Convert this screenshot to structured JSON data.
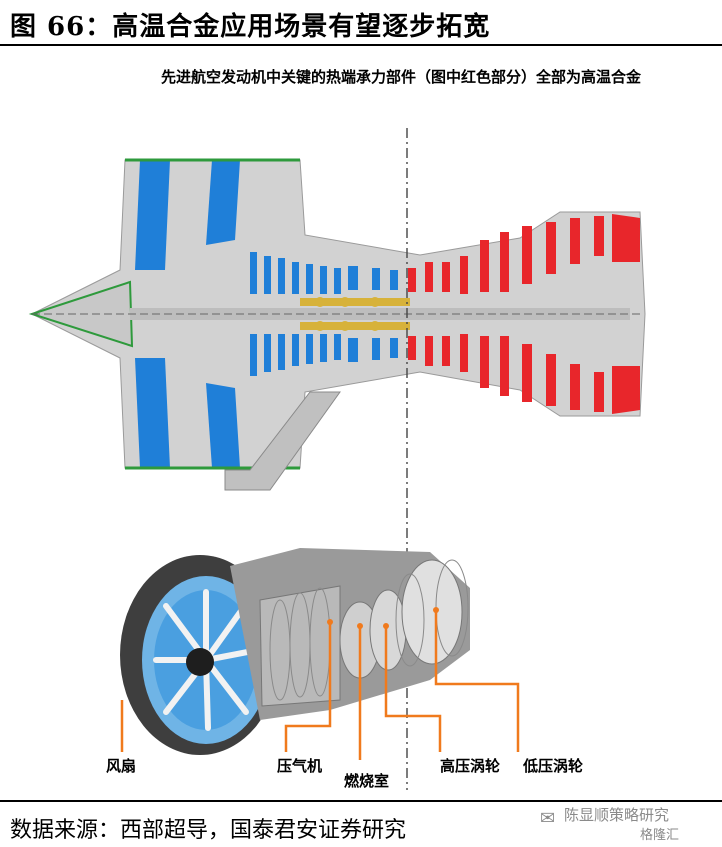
{
  "figure": {
    "title": "图 66：高温合金应用场景有望逐步拓宽",
    "subtitle": "先进航空发动机中关键的热端承力部件（图中红色部分）全部为高温合金"
  },
  "labels": {
    "fan": "风扇",
    "compressor": "压气机",
    "combustor": "燃烧室",
    "hp_turbine": "高压涡轮",
    "lp_turbine": "低压涡轮"
  },
  "source": "数据来源：西部超导，国泰君安证券研究",
  "watermark": {
    "icon": "wechat-icon",
    "line1": "陈显顺策略研究",
    "line2": "格隆汇"
  },
  "colors": {
    "cold_section": "#1f7fd8",
    "hot_section": "#e8262b",
    "callout": "#f07a1d",
    "casing": "#d2d2d2"
  }
}
